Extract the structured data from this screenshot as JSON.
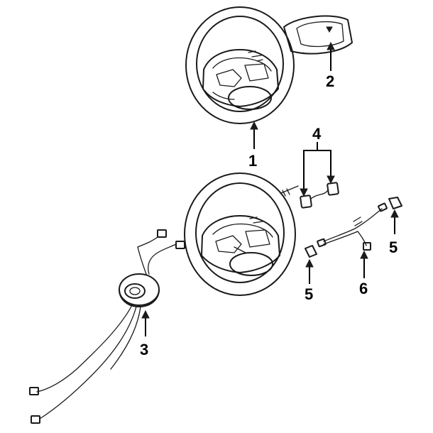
{
  "figure": {
    "callouts": [
      {
        "id": "c1",
        "label": "1",
        "part": "steering-wheel-upper"
      },
      {
        "id": "c2",
        "label": "2",
        "part": "horn-pad-cover"
      },
      {
        "id": "c3",
        "label": "3",
        "part": "clock-spring-coil"
      },
      {
        "id": "c4",
        "label": "4",
        "part": "cruise-control-switches"
      },
      {
        "id": "c5a",
        "label": "5",
        "part": "switch-left"
      },
      {
        "id": "c5b",
        "label": "5",
        "part": "switch-right"
      },
      {
        "id": "c6",
        "label": "6",
        "part": "wiring-harness"
      }
    ],
    "colors": {
      "line": "#1a1a1a",
      "background": "#ffffff"
    }
  }
}
